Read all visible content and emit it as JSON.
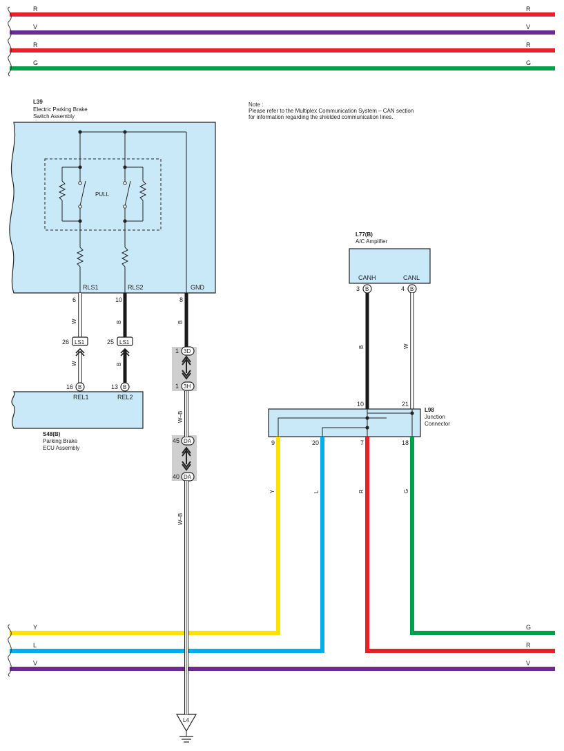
{
  "colors": {
    "R": "#e8202a",
    "V": "#6b2c91",
    "G": "#00a04b",
    "Y": "#fde200",
    "L": "#00aeef",
    "B": "#1a1a1a",
    "W": "#ffffff",
    "box_fill": "#c9e8f8",
    "connector_shade": "#cfcfcf"
  },
  "buses_top": [
    {
      "letter_left": "R",
      "letter_right": "R",
      "color_key": "R"
    },
    {
      "letter_left": "V",
      "letter_right": "V",
      "color_key": "V"
    },
    {
      "letter_left": "R",
      "letter_right": "R",
      "color_key": "R"
    },
    {
      "letter_left": "G",
      "letter_right": "G",
      "color_key": "G"
    }
  ],
  "buses_bottom": [
    {
      "letter_left": "Y",
      "color_key": "Y"
    },
    {
      "letter_left": "L",
      "color_key": "L"
    },
    {
      "letter_left": "V",
      "letter_right": "V",
      "color_key": "V"
    }
  ],
  "bus_right_labels": {
    "g": "G",
    "r": "R"
  },
  "note": {
    "title": "Note :",
    "line1": "Please refer to the Multiplex Communication System – CAN section",
    "line2": "for information regarding the shielded communication lines."
  },
  "l39": {
    "code": "L39",
    "name1": "Electric Parking Brake",
    "name2": "Switch Assembly",
    "switch_label": "PULL",
    "term1": "RLS1",
    "term2": "RLS2",
    "term3": "GND",
    "pin1": "6",
    "pin2": "10",
    "pin3": "8"
  },
  "wires": {
    "w1a": "W",
    "w1b": "W",
    "w2a": "B",
    "w2b": "B",
    "w3": "B",
    "gnd_wb1": "W–B",
    "gnd_wb2": "W–B",
    "canh": "B",
    "canl": "W",
    "y": "Y",
    "l": "L",
    "r": "R",
    "g": "G"
  },
  "ls1": {
    "label": "LS1",
    "pin_a": "26",
    "pin_b": "25"
  },
  "j3": {
    "top_label": "3D",
    "bottom_label": "3H",
    "top_pin": "1",
    "bottom_pin": "1"
  },
  "jda": {
    "label": "DA",
    "top_pin": "45",
    "bottom_pin": "40"
  },
  "s48": {
    "code": "S48(B)",
    "name1": "Parking Brake",
    "name2": "ECU Assembly",
    "term1": "REL1",
    "term2": "REL2",
    "pin1": "16",
    "pin2": "13",
    "conn": "B"
  },
  "l77": {
    "code": "L77(B)",
    "name": "A/C Amplifier",
    "term1": "CANH",
    "term2": "CANL",
    "pin1": "3",
    "pin2": "4",
    "conn": "B"
  },
  "l98": {
    "code": "L98",
    "name1": "Junction",
    "name2": "Connector",
    "pin_top1": "10",
    "pin_top2": "21",
    "pin_b1": "9",
    "pin_b2": "20",
    "pin_b3": "7",
    "pin_b4": "18"
  },
  "ground": {
    "label": "L4"
  }
}
